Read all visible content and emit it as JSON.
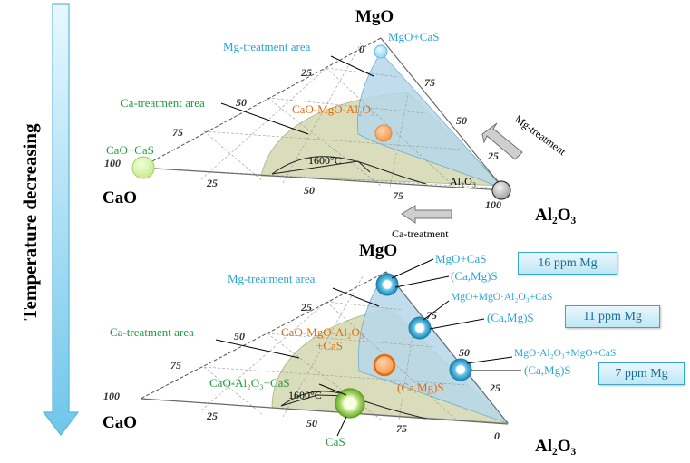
{
  "side_label": "Temperature decreasing",
  "vertices": {
    "top": "MgO",
    "left": "CaO",
    "right": "Al₂O₃"
  },
  "ticks": {
    "t0": "0",
    "t25": "25",
    "t50": "50",
    "t75": "75",
    "t100": "100"
  },
  "top_diagram": {
    "mg_area": "Mg-treatment  area",
    "ca_area": "Ca-treatment  area",
    "mgo_cas": "MgO+CaS",
    "cao_cas": "CaO+CaS",
    "cao_mgo_al2o3": "CaO-MgO-Al₂O₃",
    "isotherm": "1600°C",
    "al2o3_point": "Al₂O₃",
    "arrow_mg": "Mg-treatment",
    "arrow_ca": "Ca-treatment"
  },
  "bottom_diagram": {
    "mg_area": "Mg-treatment  area",
    "ca_area": "Ca-treatment  area",
    "p1_label": "MgO+CaS",
    "p1_sulfide": "(Ca,Mg)S",
    "p2_label": "MgO+MgO·Al₂O₃+CaS",
    "p2_sulfide": "(Ca,Mg)S",
    "p3_label": "MgO·Al₂O₃+MgO+CaS",
    "p3_sulfide": "(Ca,Mg)S",
    "orange_label_1": "CaO-MgO-Al₂O₃",
    "orange_label_2": "+CaS",
    "orange_sulfide": "(Ca,Mg)S",
    "green_label": "CaO-Al₂O₃+CaS",
    "green_point": "CaS",
    "isotherm": "1600°C"
  },
  "boxes": {
    "b16": "16 ppm Mg",
    "b11": "11 ppm Mg",
    "b7": "7 ppm Mg"
  },
  "colors": {
    "cyan": "#2aa6d6",
    "green": "#1f9b3a",
    "orange": "#e46c0a",
    "ca_area": "#d7dcb8",
    "mg_area": "#b7d8ea"
  }
}
